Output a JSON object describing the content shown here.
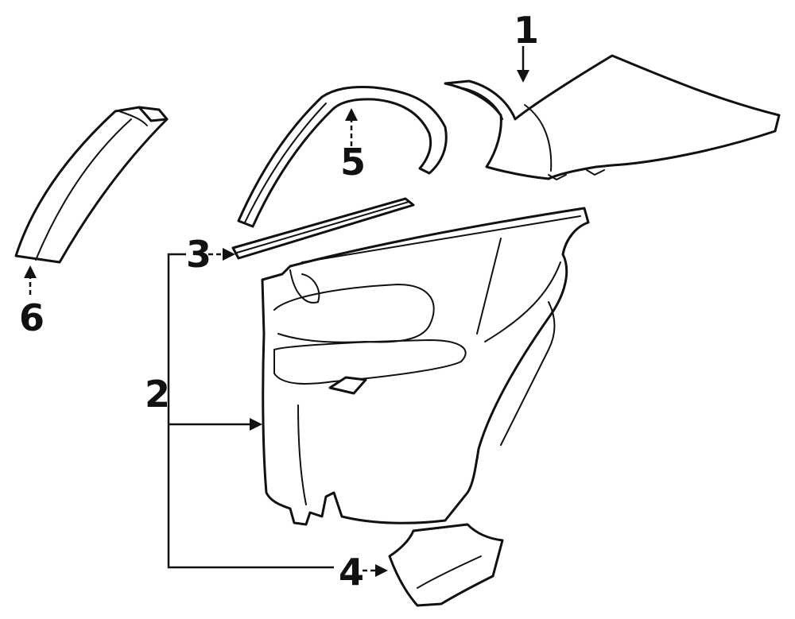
{
  "diagram": {
    "callouts": [
      {
        "id": "c1",
        "text": "1"
      },
      {
        "id": "c2",
        "text": "2"
      },
      {
        "id": "c3",
        "text": "3"
      },
      {
        "id": "c4",
        "text": "4"
      },
      {
        "id": "c5",
        "text": "5"
      },
      {
        "id": "c6",
        "text": "6"
      }
    ]
  }
}
